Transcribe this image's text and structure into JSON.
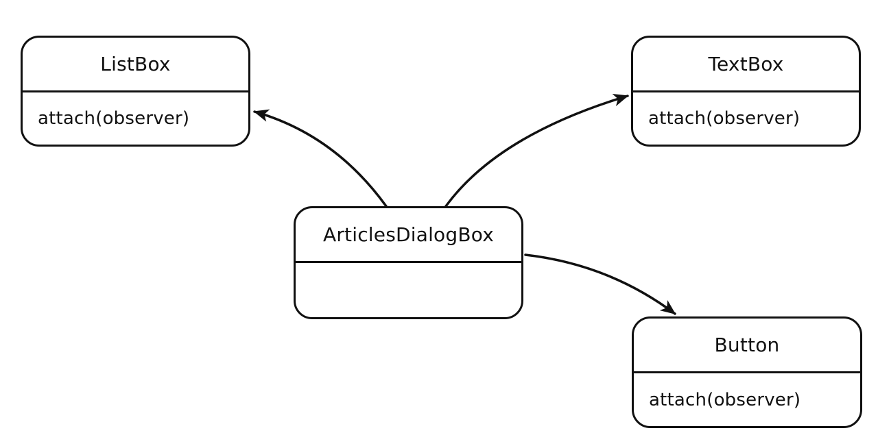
{
  "diagram": {
    "background_color": "#ffffff",
    "stroke_color": "#111111",
    "classes": [
      {
        "id": "listbox",
        "name": "ListBox",
        "methods": [
          "attach(observer)"
        ]
      },
      {
        "id": "textbox",
        "name": "TextBox",
        "methods": [
          "attach(observer)"
        ]
      },
      {
        "id": "dialog",
        "name": "ArticlesDialogBox",
        "methods": []
      },
      {
        "id": "button",
        "name": "Button",
        "methods": [
          "attach(observer)"
        ]
      }
    ],
    "relations": [
      {
        "from": "ArticlesDialogBox",
        "to": "ListBox"
      },
      {
        "from": "ArticlesDialogBox",
        "to": "TextBox"
      },
      {
        "from": "ArticlesDialogBox",
        "to": "Button"
      }
    ]
  }
}
